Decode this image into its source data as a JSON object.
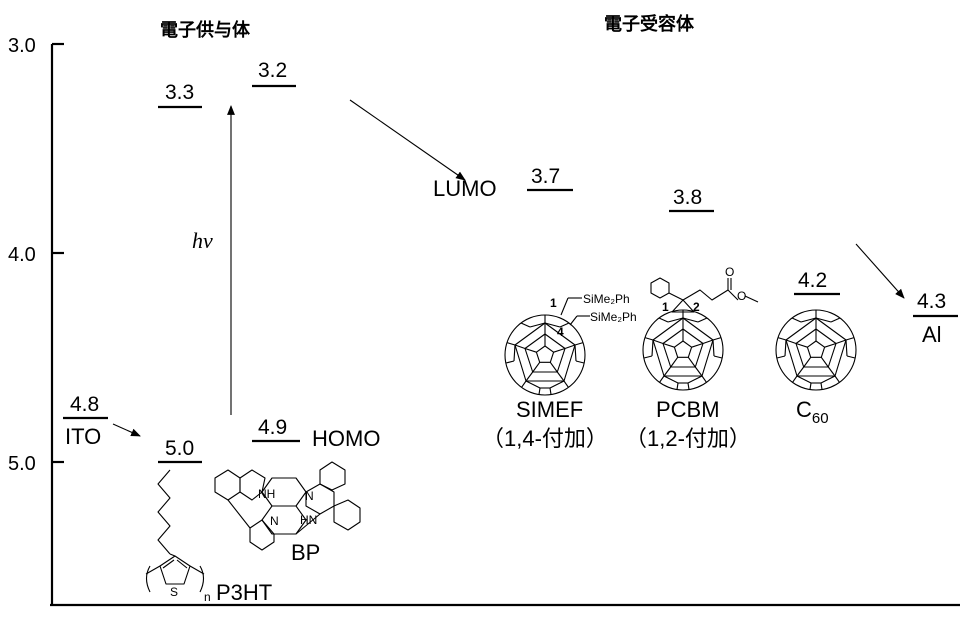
{
  "headings": {
    "donor": "電子供与体",
    "acceptor": "電子受容体"
  },
  "axis": {
    "ticks": [
      "3.0",
      "4.0",
      "5.0"
    ]
  },
  "levels": {
    "p3ht_lumo": "3.3",
    "bp_lumo": "3.2",
    "ito": "4.8",
    "p3ht_homo": "5.0",
    "bp_homo": "4.9",
    "simef_lumo": "3.7",
    "pcbm_lumo": "3.8",
    "c60_lumo": "4.2",
    "al": "4.3"
  },
  "labels": {
    "ito": "ITO",
    "al": "Al",
    "lumo": "LUMO",
    "homo": "HOMO",
    "hv": "hν",
    "bp": "BP",
    "p3ht": "P3HT",
    "p3ht_n": "n",
    "p3ht_s": "S",
    "simef": "SIMEF",
    "simef_sub": "（1,4-付加）",
    "pcbm": "PCBM",
    "pcbm_sub": "（1,2-付加）",
    "c60_main": "C",
    "c60_sub": "60",
    "simef_pos1": "1",
    "simef_pos4": "4",
    "simef_r1": "SiMe₂Ph",
    "simef_r2": "SiMe₂Ph",
    "pcbm_pos1": "1",
    "pcbm_pos2": "2",
    "pcbm_o": "O",
    "bp_nh1": "NH",
    "bp_n1": "N",
    "bp_n2": "N",
    "bp_hn": "HN"
  },
  "icons": {
    "fullerene": "fullerene-cage-icon",
    "porphyrin": "benzoporphyrin-structure-icon",
    "thiophene": "polythiophene-structure-icon"
  }
}
